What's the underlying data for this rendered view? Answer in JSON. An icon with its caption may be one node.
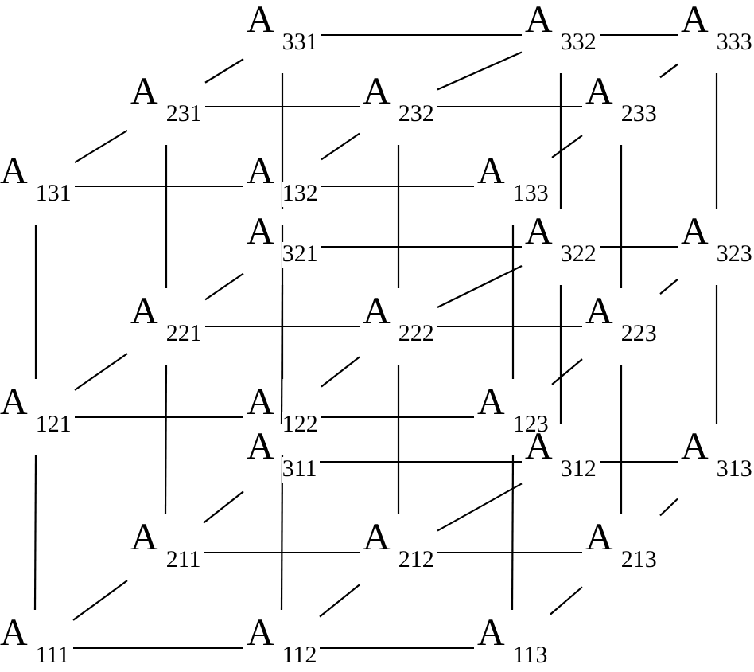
{
  "diagram": {
    "nodes": [
      {
        "text": [
          "A$_{111}$"
        ]
      },
      {
        "text": [
          "A$_{112}$"
        ]
      },
      {
        "text": [
          "A$_{113}$"
        ]
      },
      {
        "text": [
          "A$_{121}$"
        ]
      },
      {
        "text": [
          "A$_{122}$"
        ]
      },
      {
        "text": [
          "A$_{123}$"
        ]
      },
      {
        "text": [
          "A$_{131}$"
        ]
      },
      {
        "text": [
          "A$_{132}$"
        ]
      },
      {
        "text": [
          "A$_{133}$"
        ]
      },
      {
        "text": [
          "A$_{211}$"
        ]
      },
      {
        "text": [
          "A$_{212}$"
        ]
      },
      {
        "text": [
          "A$_{213}$"
        ]
      },
      {
        "text": [
          "A$_{221}$"
        ]
      },
      {
        "text": [
          "A$_{222}$"
        ]
      },
      {
        "text": [
          "A$_{223}$"
        ]
      },
      {
        "text": [
          "A$_{231}$"
        ]
      },
      {
        "text": [
          "A$_{232}$"
        ]
      },
      {
        "text": [
          "A$_{233}$"
        ]
      },
      {
        "text": [
          "A$_{311}$"
        ]
      },
      {
        "text": [
          "A$_{312}$"
        ]
      },
      {
        "text": [
          "A$_{313}$"
        ]
      },
      {
        "text": [
          "A$_{321}$"
        ]
      },
      {
        "text": [
          "A$_{322}$"
        ]
      },
      {
        "text": [
          "A$_{323}$"
        ]
      },
      {
        "text": [
          "A$_{331}$"
        ]
      },
      {
        "text": [
          "A$_{332}$"
        ]
      },
      {
        "text": [
          "A$_{333}$"
        ]
      }
    ],
    "edges": [
      {
        "from": 0,
        "to": 1,
        "arrow": "none"
      },
      {
        "from": 1,
        "to": 2,
        "arrow": "none"
      },
      {
        "from": 3,
        "to": 4,
        "arrow": "none"
      },
      {
        "from": 4,
        "to": 5,
        "arrow": "none"
      },
      {
        "from": 6,
        "to": 7,
        "arrow": "none"
      },
      {
        "from": 7,
        "to": 8,
        "arrow": "none"
      },
      {
        "from": 9,
        "to": 10,
        "arrow": "none"
      },
      {
        "from": 10,
        "to": 11,
        "arrow": "none"
      },
      {
        "from": 12,
        "to": 13,
        "arrow": "none"
      },
      {
        "from": 13,
        "to": 14,
        "arrow": "none"
      },
      {
        "from": 15,
        "to": 16,
        "arrow": "none"
      },
      {
        "from": 16,
        "to": 17,
        "arrow": "none"
      },
      {
        "from": 18,
        "to": 19,
        "arrow": "none"
      },
      {
        "from": 19,
        "to": 20,
        "arrow": "none"
      },
      {
        "from": 21,
        "to": 22,
        "arrow": "none"
      },
      {
        "from": 22,
        "to": 23,
        "arrow": "none"
      },
      {
        "from": 24,
        "to": 25,
        "arrow": "none"
      },
      {
        "from": 25,
        "to": 26,
        "arrow": "none"
      },
      {
        "from": 0,
        "to": 3,
        "arrow": "none"
      },
      {
        "from": 3,
        "to": 6,
        "arrow": "none"
      },
      {
        "from": 1,
        "to": 4,
        "arrow": "none"
      },
      {
        "from": 4,
        "to": 7,
        "arrow": "none"
      },
      {
        "from": 2,
        "to": 5,
        "arrow": "none"
      },
      {
        "from": 5,
        "to": 8,
        "arrow": "none"
      },
      {
        "from": 9,
        "to": 12,
        "arrow": "none"
      },
      {
        "from": 12,
        "to": 15,
        "arrow": "none"
      },
      {
        "from": 10,
        "to": 13,
        "arrow": "none"
      },
      {
        "from": 13,
        "to": 16,
        "arrow": "none"
      },
      {
        "from": 11,
        "to": 14,
        "arrow": "none"
      },
      {
        "from": 14,
        "to": 17,
        "arrow": "none"
      },
      {
        "from": 18,
        "to": 21,
        "arrow": "none"
      },
      {
        "from": 21,
        "to": 24,
        "arrow": "none"
      },
      {
        "from": 19,
        "to": 22,
        "arrow": "none"
      },
      {
        "from": 22,
        "to": 25,
        "arrow": "none"
      },
      {
        "from": 20,
        "to": 23,
        "arrow": "none"
      },
      {
        "from": 23,
        "to": 26,
        "arrow": "none"
      },
      {
        "from": 0,
        "to": 9,
        "arrow": "none"
      },
      {
        "from": 9,
        "to": 18,
        "arrow": "none"
      },
      {
        "from": 1,
        "to": 10,
        "arrow": "none"
      },
      {
        "from": 10,
        "to": 19,
        "arrow": "none"
      },
      {
        "from": 2,
        "to": 11,
        "arrow": "none"
      },
      {
        "from": 11,
        "to": 20,
        "arrow": "none"
      },
      {
        "from": 3,
        "to": 12,
        "arrow": "none"
      },
      {
        "from": 12,
        "to": 21,
        "arrow": "none"
      },
      {
        "from": 4,
        "to": 13,
        "arrow": "none"
      },
      {
        "from": 13,
        "to": 22,
        "arrow": "none"
      },
      {
        "from": 5,
        "to": 14,
        "arrow": "none"
      },
      {
        "from": 14,
        "to": 23,
        "arrow": "none"
      },
      {
        "from": 6,
        "to": 15,
        "arrow": "none"
      },
      {
        "from": 15,
        "to": 24,
        "arrow": "none"
      },
      {
        "from": 7,
        "to": 16,
        "arrow": "none"
      },
      {
        "from": 16,
        "to": 25,
        "arrow": "none"
      },
      {
        "from": 8,
        "to": 17,
        "arrow": "none"
      },
      {
        "from": 17,
        "to": 26,
        "arrow": "none"
      }
    ]
  }
}
